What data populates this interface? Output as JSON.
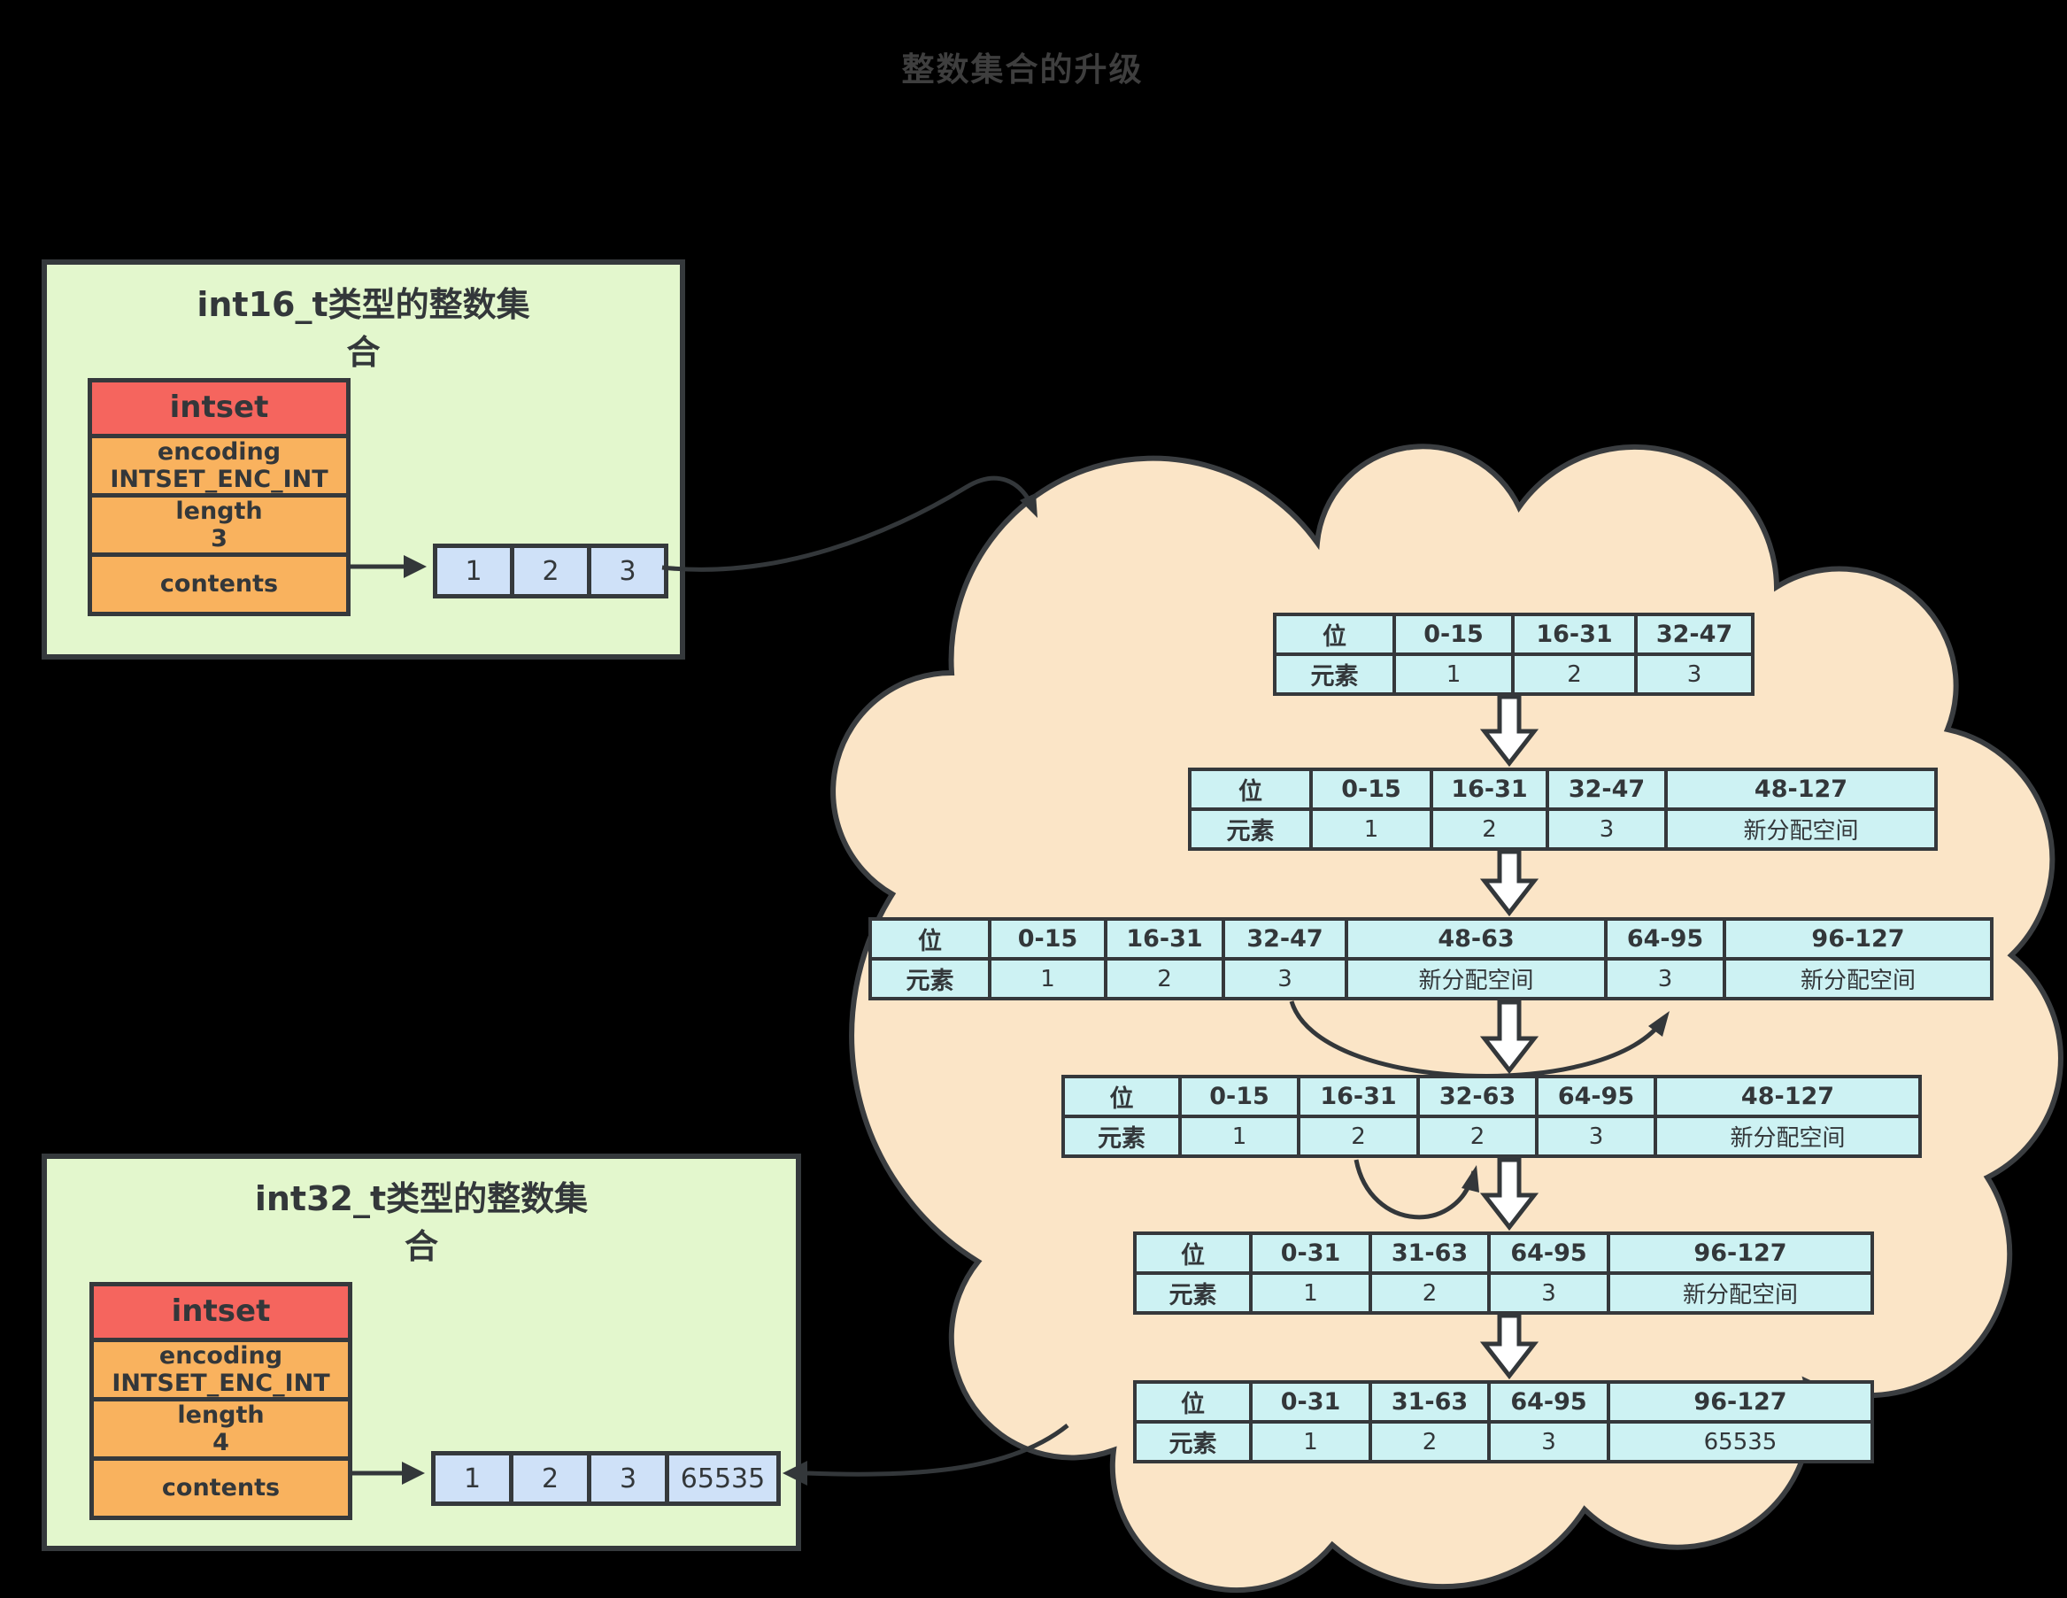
{
  "title": "整数集合的升级",
  "colors": {
    "background": "#000000",
    "box_fill": "#e3f7cd",
    "intset_header": "#f5655e",
    "field_row": "#f9b25e",
    "array_cell": "#cfe1f8",
    "cloud_fill": "#fbe5c7",
    "cloud_cell": "#cdf2f3",
    "line": "#35393c"
  },
  "int16_box": {
    "title_line1": "int16_t类型的整数集",
    "title_line2": "合",
    "struct_label": "intset",
    "encoding_label": "encoding",
    "encoding_value": "INTSET_ENC_INT",
    "length_label": "length",
    "length_value": "3",
    "contents_label": "contents",
    "array": [
      "1",
      "2",
      "3"
    ]
  },
  "int32_box": {
    "title_line1": "int32_t类型的整数集",
    "title_line2": "合",
    "struct_label": "intset",
    "encoding_label": "encoding",
    "encoding_value": "INTSET_ENC_INT",
    "length_label": "length",
    "length_value": "4",
    "contents_label": "contents",
    "array": [
      "1",
      "2",
      "3",
      "65535"
    ]
  },
  "cloud": {
    "bit_label": "位",
    "elem_label": "元素",
    "tables": [
      {
        "bits": [
          "0-15",
          "16-31",
          "32-47"
        ],
        "elems": [
          "1",
          "2",
          "3"
        ]
      },
      {
        "bits": [
          "0-15",
          "16-31",
          "32-47",
          "48-127"
        ],
        "elems": [
          "1",
          "2",
          "3",
          "新分配空间"
        ]
      },
      {
        "bits": [
          "0-15",
          "16-31",
          "32-47",
          "48-63",
          "64-95",
          "96-127"
        ],
        "elems": [
          "1",
          "2",
          "3",
          "新分配空间",
          "3",
          "新分配空间"
        ]
      },
      {
        "bits": [
          "0-15",
          "16-31",
          "32-63",
          "64-95",
          "48-127"
        ],
        "elems": [
          "1",
          "2",
          "2",
          "3",
          "新分配空间"
        ]
      },
      {
        "bits": [
          "0-31",
          "31-63",
          "64-95",
          "96-127"
        ],
        "elems": [
          "1",
          "2",
          "3",
          "新分配空间"
        ]
      },
      {
        "bits": [
          "0-31",
          "31-63",
          "64-95",
          "96-127"
        ],
        "elems": [
          "1",
          "2",
          "3",
          "65535"
        ]
      }
    ]
  }
}
